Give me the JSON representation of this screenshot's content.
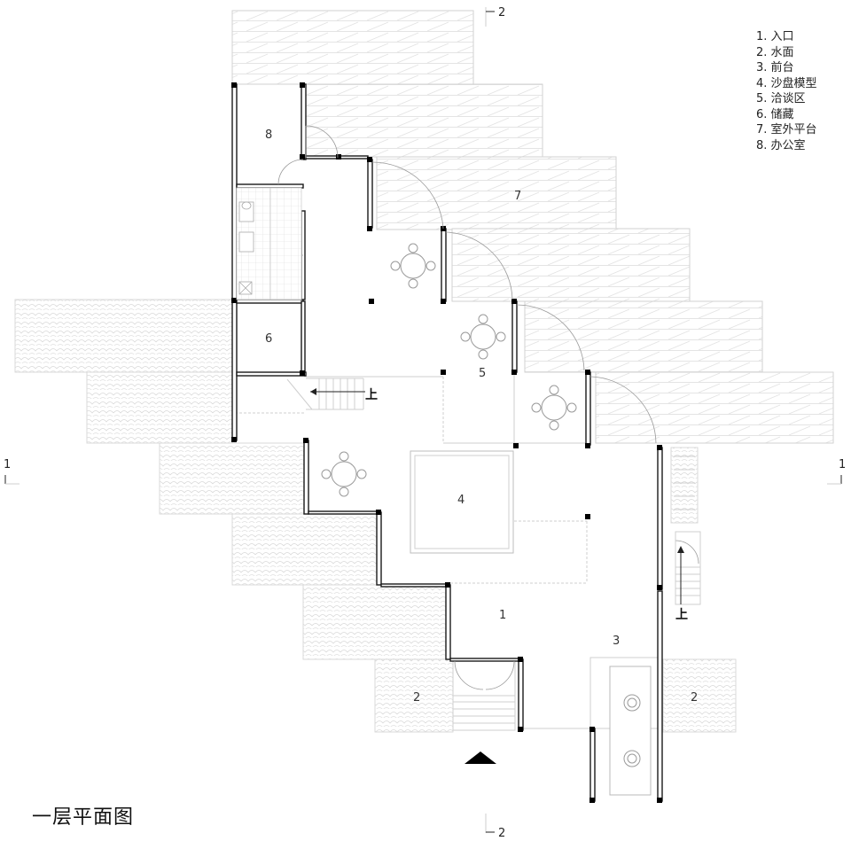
{
  "title": "一层平面图",
  "legend": [
    "1. 入口",
    "2. 水面",
    "3. 前台",
    "4. 沙盘模型",
    "5. 洽谈区",
    "6. 储藏",
    "7. 室外平台",
    "8. 办公室"
  ],
  "rooms": {
    "r1": "1",
    "r2a": "2",
    "r2b": "2",
    "r3": "3",
    "r4": "4",
    "r5": "5",
    "r6": "6",
    "r7": "7",
    "r8": "8"
  },
  "stairs": {
    "up_label": "上"
  },
  "sections": {
    "s1": "1",
    "s2": "2"
  }
}
